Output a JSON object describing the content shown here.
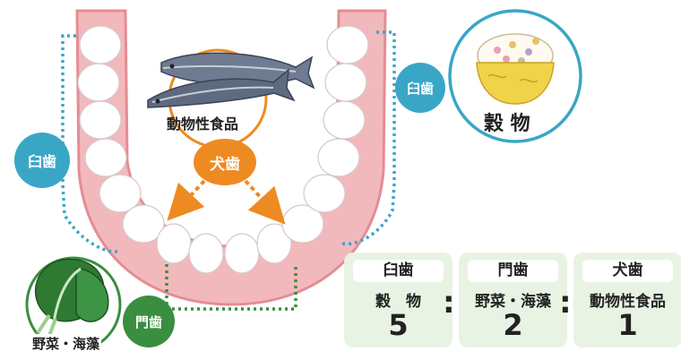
{
  "labels": {
    "animal_food": "動物性食品",
    "canine": "犬歯",
    "molar_left": "臼歯",
    "molar_right": "臼歯",
    "grain": "穀 物",
    "incisor": "門歯",
    "veg_seaweed": "野菜・海藻"
  },
  "ratio_cards": [
    {
      "tooth": "臼歯",
      "food": "穀　物",
      "value": "5"
    },
    {
      "tooth": "門歯",
      "food": "野菜・海藻",
      "value": "2"
    },
    {
      "tooth": "犬歯",
      "food": "動物性食品",
      "value": "1"
    }
  ],
  "separators": [
    ":",
    ":"
  ],
  "colors": {
    "gum": "#f2b9bd",
    "gum_edge": "#e58c93",
    "tooth": "#ffffff",
    "molar_blue": "#3aa6c6",
    "canine_orange": "#ee8a22",
    "incisor_green": "#3a8e3f",
    "card_green": "#e8f3e3",
    "rice_bowl": "#f0d34a"
  },
  "icons": [
    "fish-icon",
    "rice-bowl-icon",
    "leafy-vegetable-icon"
  ]
}
